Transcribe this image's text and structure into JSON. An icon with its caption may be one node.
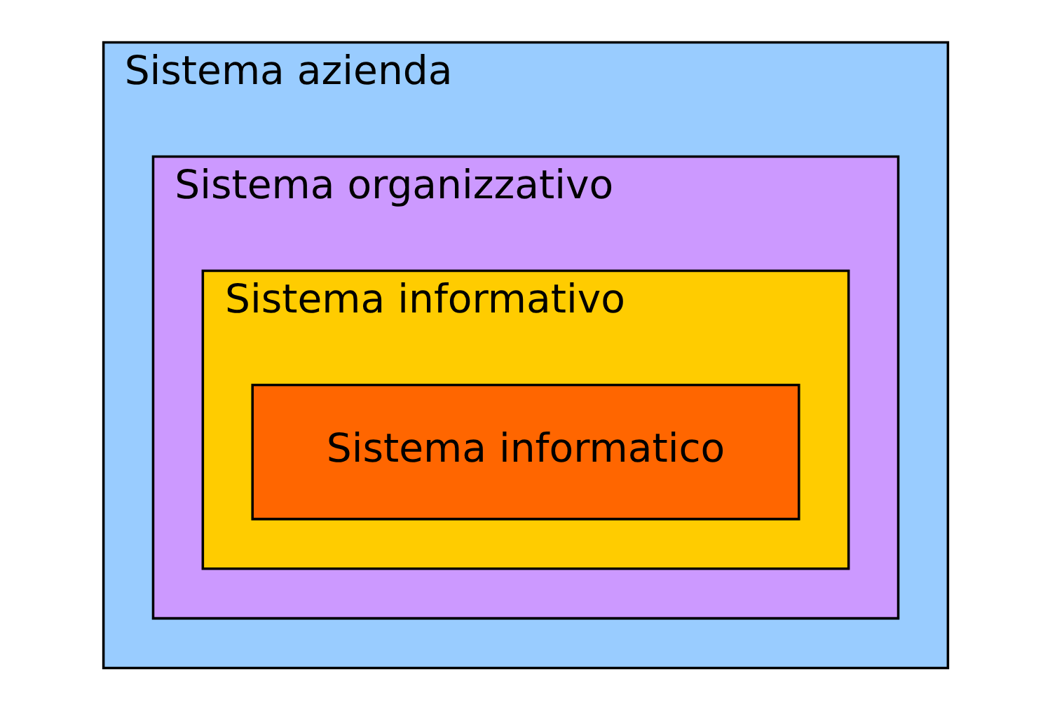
{
  "diagram": {
    "nodes": [
      {
        "text": [
          "Sistema azienda"
        ]
      },
      {
        "text": [
          "Sistema organizzativo"
        ],
        "in": 0
      },
      {
        "text": [
          "Sistema informativo"
        ],
        "in": 1
      },
      {
        "text": [
          "Sistema informatico"
        ],
        "in": 2
      }
    ]
  }
}
